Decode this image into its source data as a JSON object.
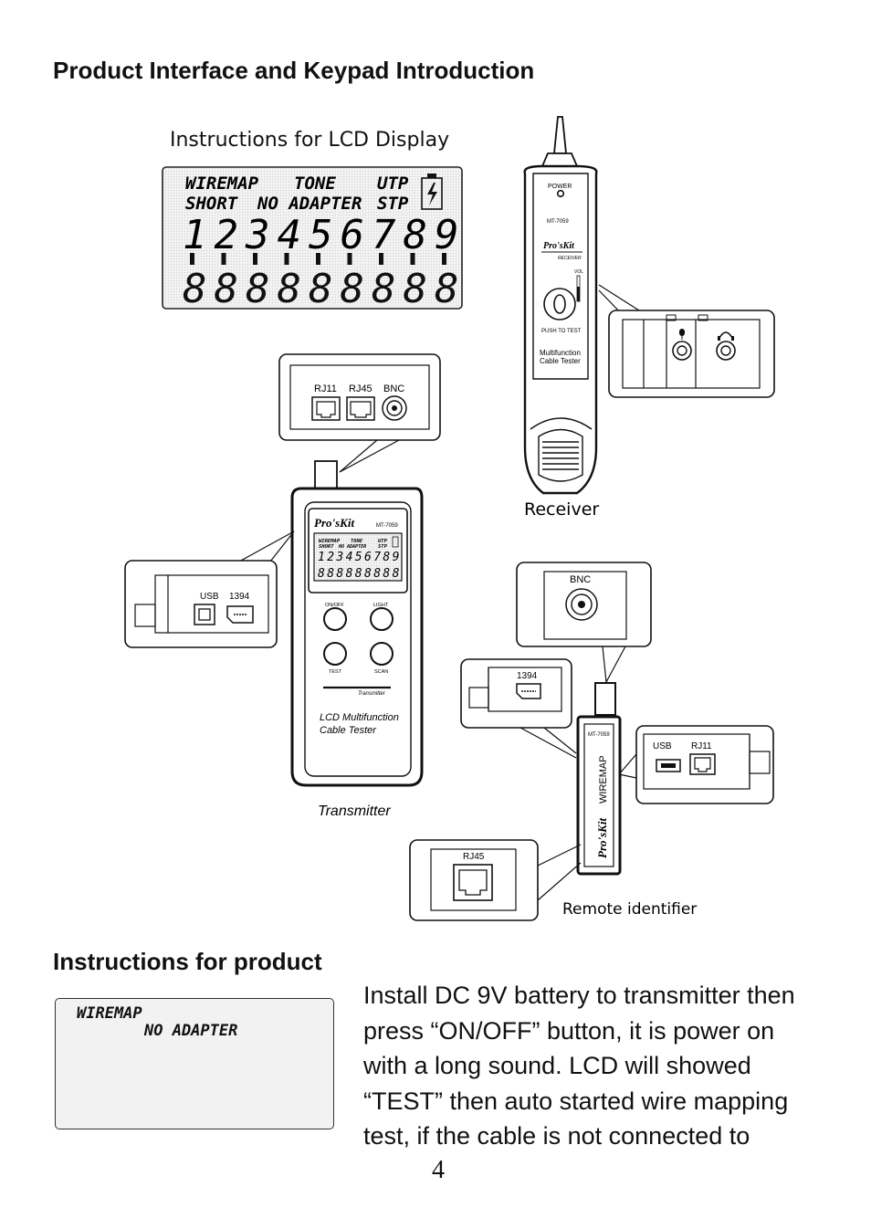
{
  "page": {
    "heading_interface": "Product Interface and Keypad Introduction",
    "heading_product": "Instructions for product",
    "page_number": "4"
  },
  "lcd": {
    "caption": "Instructions for LCD Display",
    "wiremap": "WIREMAP",
    "tone": "TONE",
    "utp": "UTP",
    "short": "SHORT",
    "no_adapter": "NO ADAPTER",
    "stp": "STP",
    "digits": [
      "1",
      "2",
      "3",
      "4",
      "5",
      "6",
      "7",
      "8",
      "9"
    ]
  },
  "receiver": {
    "power": "POWER",
    "model": "MT-7059",
    "brand": "Pro'sKit",
    "receiver_small": "RECEIVER",
    "vol": "VOL",
    "push_to_test": "PUSH TO TEST",
    "name_line1": "Multifunction",
    "name_line2": "Cable Tester",
    "label": "Receiver"
  },
  "transmitter": {
    "brand": "Pro'sKit",
    "model": "MT-7059",
    "on_off": "ON/OFF",
    "light": "LIGHT",
    "test": "TEST",
    "scan": "SCAN",
    "transmitter_small": "Transmitter",
    "name_line1": "LCD Multifunction",
    "name_line2": "Cable Tester",
    "label": "Transmitter"
  },
  "ports": {
    "rj11": "RJ11",
    "rj45": "RJ45",
    "bnc": "BNC",
    "usb": "USB",
    "p1394": "1394"
  },
  "remote": {
    "model": "MT-7059",
    "wiremap": "WIREMAP",
    "brand": "Pro'sKit",
    "label": "Remote identifier"
  },
  "example_lcd": {
    "wiremap": "WIREMAP",
    "no_adapter": "NO ADAPTER"
  },
  "instructions": {
    "line1": "Install DC 9V battery to transmitter then",
    "line2": "press “ON/OFF” button, it is power on",
    "line3": "with a long sound. LCD will showed",
    "line4": "“TEST” then auto started wire mapping",
    "line5": "test, if the cable is not connected to"
  }
}
